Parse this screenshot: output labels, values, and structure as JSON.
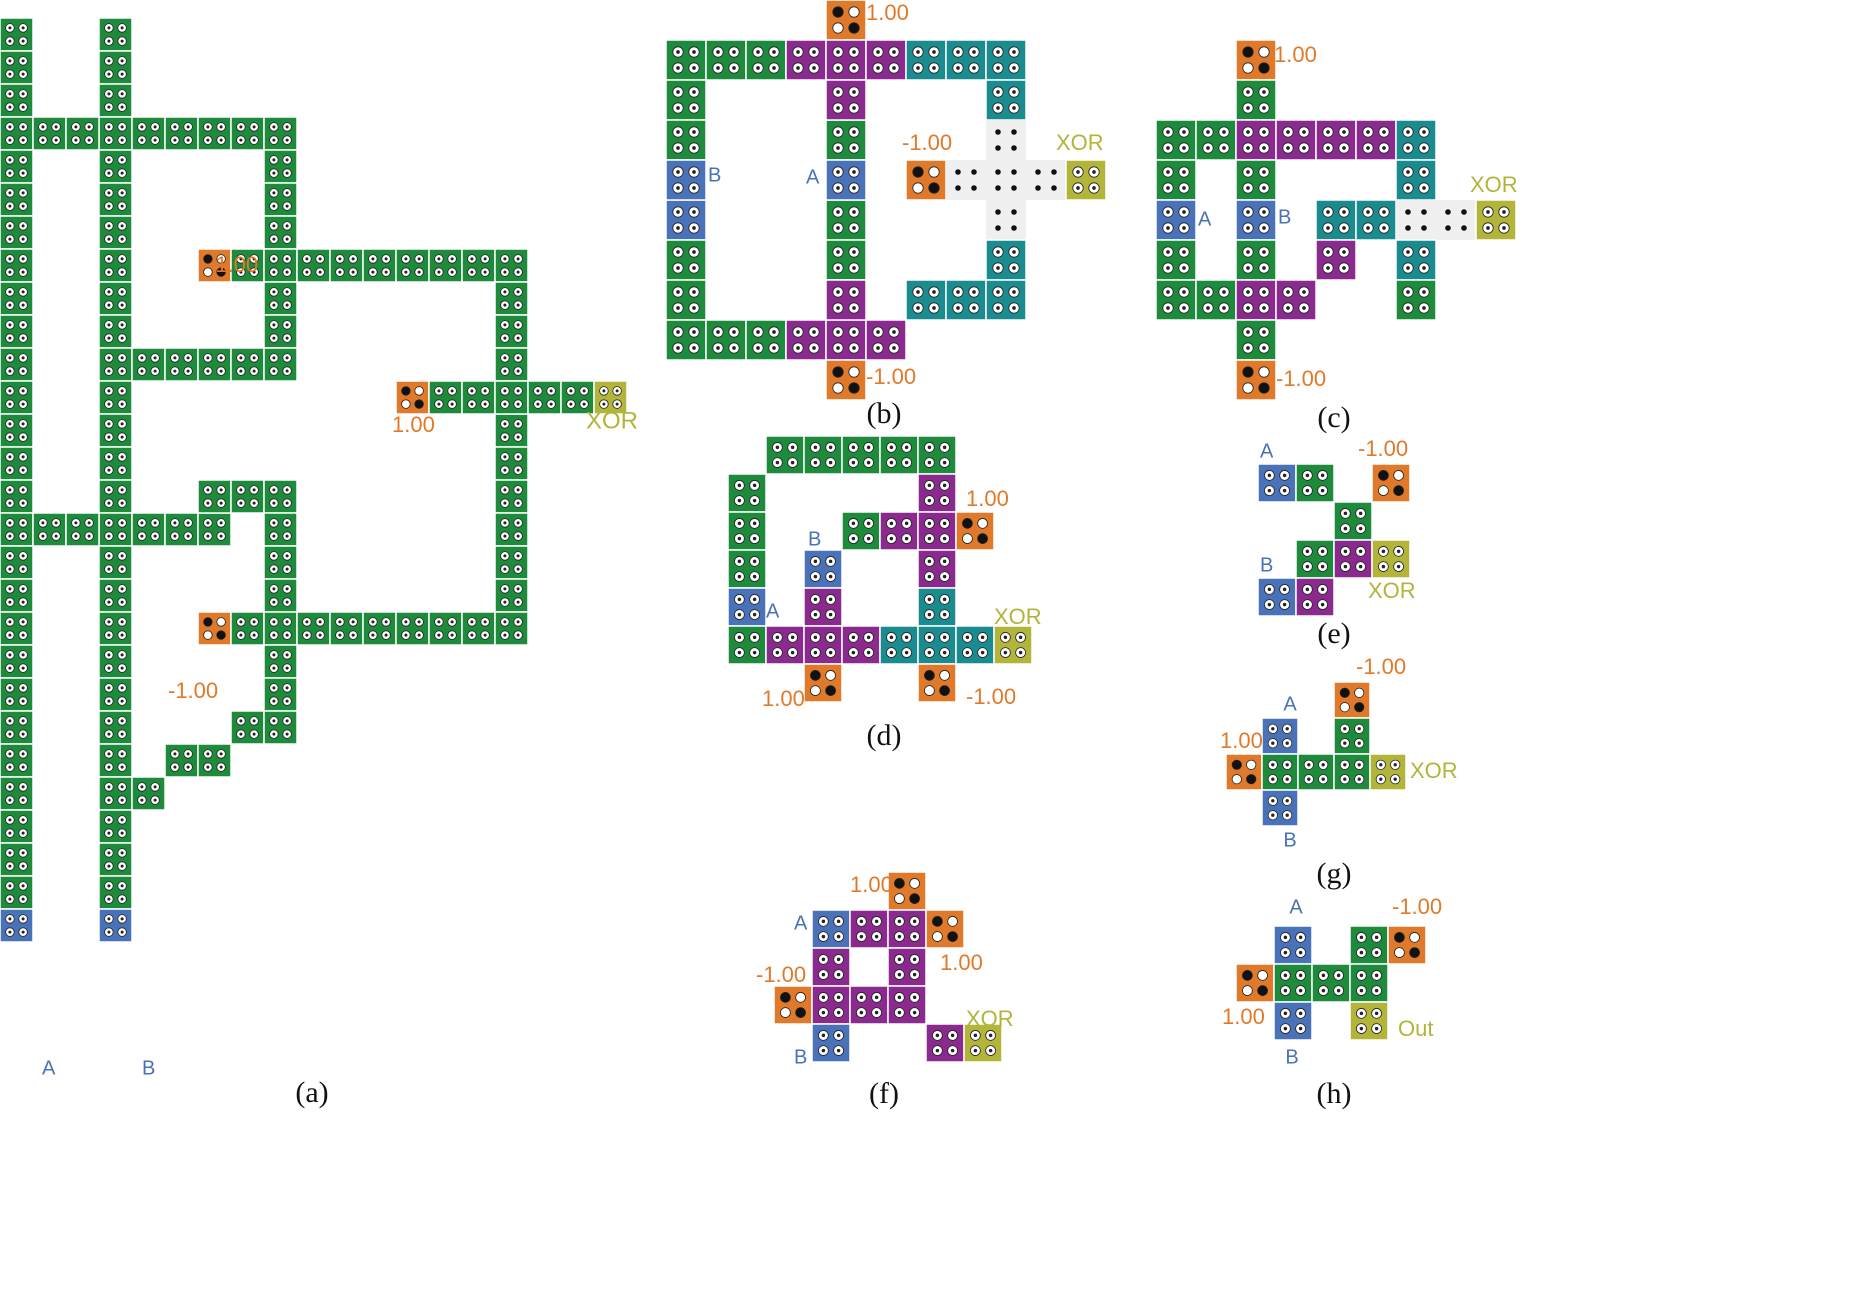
{
  "colors": {
    "green": "#1e8a3c",
    "purple": "#8a2a8e",
    "teal": "#1a8c8f",
    "blue": "#4a72b8",
    "orange": "#e07a2a",
    "olive": "#b3b43a",
    "blank": "#f0f0f0",
    "label_orange": "#e07a2a",
    "label_blue": "#4a72b8",
    "label_olive": "#b3b43a",
    "caption": "#111111"
  },
  "panels": [
    {
      "id": "a",
      "caption": "(a)",
      "labels": [
        {
          "key": "a-label-input-a",
          "text": "A",
          "color": "label_blue"
        },
        {
          "key": "a-label-input-b",
          "text": "B",
          "color": "label_blue"
        },
        {
          "key": "a-label-neg-upper",
          "text": "-1.00",
          "color": "label_orange"
        },
        {
          "key": "a-label-pos",
          "text": "1.00",
          "color": "label_orange"
        },
        {
          "key": "a-label-neg-lower",
          "text": "-1.00",
          "color": "label_orange"
        },
        {
          "key": "a-label-xor",
          "text": "XOR",
          "color": "label_olive"
        }
      ]
    },
    {
      "id": "b",
      "caption": "(b)",
      "labels": [
        {
          "key": "b-label-pos",
          "text": "1.00",
          "color": "label_orange"
        },
        {
          "key": "b-label-neg-right",
          "text": "-1.00",
          "color": "label_orange"
        },
        {
          "key": "b-label-xor",
          "text": "XOR",
          "color": "label_olive"
        },
        {
          "key": "b-label-b",
          "text": "B",
          "color": "label_blue"
        },
        {
          "key": "b-label-a",
          "text": "A",
          "color": "label_blue"
        },
        {
          "key": "b-label-neg-bottom",
          "text": "-1.00",
          "color": "label_orange"
        }
      ]
    },
    {
      "id": "c",
      "caption": "(c)",
      "labels": [
        {
          "key": "c-label-pos",
          "text": "1.00",
          "color": "label_orange"
        },
        {
          "key": "c-label-xor",
          "text": "XOR",
          "color": "label_olive"
        },
        {
          "key": "c-label-a",
          "text": "A",
          "color": "label_blue"
        },
        {
          "key": "c-label-b",
          "text": "B",
          "color": "label_blue"
        },
        {
          "key": "c-label-neg",
          "text": "-1.00",
          "color": "label_orange"
        }
      ]
    },
    {
      "id": "d",
      "caption": "(d)",
      "labels": [
        {
          "key": "d-label-pos-top",
          "text": "1.00",
          "color": "label_orange"
        },
        {
          "key": "d-label-b",
          "text": "B",
          "color": "label_blue"
        },
        {
          "key": "d-label-a",
          "text": "A",
          "color": "label_blue"
        },
        {
          "key": "d-label-xor",
          "text": "XOR",
          "color": "label_olive"
        },
        {
          "key": "d-label-pos-bottom",
          "text": "1.00",
          "color": "label_orange"
        },
        {
          "key": "d-label-neg",
          "text": "-1.00",
          "color": "label_orange"
        }
      ]
    },
    {
      "id": "e",
      "caption": "(e)",
      "labels": [
        {
          "key": "e-label-a",
          "text": "A",
          "color": "label_blue"
        },
        {
          "key": "e-label-neg",
          "text": "-1.00",
          "color": "label_orange"
        },
        {
          "key": "e-label-b",
          "text": "B",
          "color": "label_blue"
        },
        {
          "key": "e-label-xor",
          "text": "XOR",
          "color": "label_olive"
        }
      ]
    },
    {
      "id": "f",
      "caption": "(f)",
      "labels": [
        {
          "key": "f-label-pos-top",
          "text": "1.00",
          "color": "label_orange"
        },
        {
          "key": "f-label-a",
          "text": "A",
          "color": "label_blue"
        },
        {
          "key": "f-label-neg",
          "text": "-1.00",
          "color": "label_orange"
        },
        {
          "key": "f-label-pos-right",
          "text": "1.00",
          "color": "label_orange"
        },
        {
          "key": "f-label-xor",
          "text": "XOR",
          "color": "label_olive"
        },
        {
          "key": "f-label-b",
          "text": "B",
          "color": "label_blue"
        }
      ]
    },
    {
      "id": "g",
      "caption": "(g)",
      "labels": [
        {
          "key": "g-label-neg",
          "text": "-1.00",
          "color": "label_orange"
        },
        {
          "key": "g-label-a",
          "text": "A",
          "color": "label_blue"
        },
        {
          "key": "g-label-pos",
          "text": "1.00",
          "color": "label_orange"
        },
        {
          "key": "g-label-xor",
          "text": "XOR",
          "color": "label_olive"
        },
        {
          "key": "g-label-b",
          "text": "B",
          "color": "label_blue"
        }
      ]
    },
    {
      "id": "h",
      "caption": "(h)",
      "labels": [
        {
          "key": "h-label-a",
          "text": "A",
          "color": "label_blue"
        },
        {
          "key": "h-label-neg",
          "text": "-1.00",
          "color": "label_orange"
        },
        {
          "key": "h-label-pos",
          "text": "1.00",
          "color": "label_orange"
        },
        {
          "key": "h-label-out",
          "text": "Out",
          "color": "label_olive"
        },
        {
          "key": "h-label-b",
          "text": "B",
          "color": "label_blue"
        }
      ]
    }
  ]
}
